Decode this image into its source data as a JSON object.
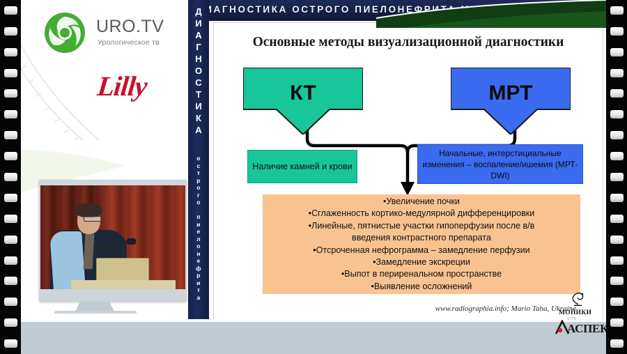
{
  "window": {
    "frame_style": "filmstrip",
    "sprocket_count_left": 17,
    "sprocket_count_right": 17
  },
  "left_panel": {
    "urotv": {
      "name": "URO.TV",
      "subtitle": "Урологическое тв",
      "logo_icon": "uro-tv-circular-leaf-logo",
      "logo_color": "#45ac34"
    },
    "sponsor": {
      "name": "Lilly",
      "color": "#c8102e"
    },
    "video": {
      "label": "conference-speaker-video",
      "scene": "Speaker at podium with laptop and microphone in front of red curtains"
    }
  },
  "slide": {
    "header_title": "ДИАГНОСТИКА ОСТРОГО ПИЕЛОНЕФРИТА МРТ/ КТ",
    "spine_main": "ДИАГНОСТИКА",
    "spine_sub": "острого пиелонефрита",
    "heading": "Основные методы визуализационной диагностики",
    "modalities": [
      {
        "id": "kt",
        "label": "КТ",
        "color": "#18c69a",
        "finding": "Наличие камней и крови"
      },
      {
        "id": "mrt",
        "label": "МРТ",
        "color": "#3a6bf0",
        "finding": "Начальные, интерстициальные изменения – воспаление/ишемия (МРТ-DWI)"
      }
    ],
    "findings_box": {
      "color": "#f9c391",
      "items": [
        "•Увеличение почки",
        "•Сглаженность кортико-медулярной дифференцировки",
        "•Линейные, пятнистые участки гипоперфузии после в/в",
        "введения контрастного препарата",
        "•Отсроченная нефрограмма – замедление перфузии",
        "•Замедление экскреции",
        "•Выпот в периренальном пространстве",
        "•Выявление осложнений"
      ]
    },
    "credit": "www.radiographia.info;  Mario Taha, Ukraine",
    "partner_logos": {
      "moniki_name": "МОНИКИ",
      "moniki_year": "1776",
      "aspek_name": "АСПЕК",
      "moniki_icon": "caduceus-snake-bowl-icon"
    }
  }
}
